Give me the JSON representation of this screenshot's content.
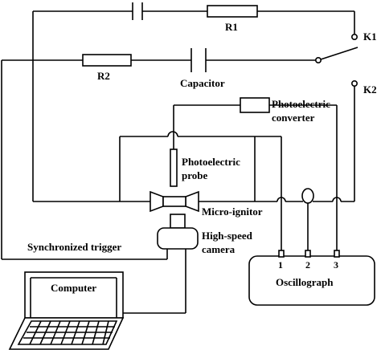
{
  "labels": {
    "r1": "R1",
    "r2": "R2",
    "capacitor": "Capacitor",
    "k1": "K1",
    "k2": "K2",
    "photoelectric_converter_line1": "Photoelectric",
    "photoelectric_converter_line2": "converter",
    "photoelectric_probe_line1": "Photoelectric",
    "photoelectric_probe_line2": "probe",
    "micro_ignitor": "Micro-ignitor",
    "synchronized_trigger": "Synchronized trigger",
    "high_speed_camera_line1": "High-speed",
    "high_speed_camera_line2": "camera",
    "computer": "Computer",
    "oscillograph": "Oscillograph",
    "channel_1": "1",
    "channel_2": "2",
    "channel_3": "3"
  },
  "icons": [
    "resistor-r1-icon",
    "resistor-r2-icon",
    "capacitor-icon",
    "switch-k1-icon",
    "switch-k2-icon",
    "photoelectric-converter-icon",
    "photoelectric-probe-icon",
    "micro-ignitor-icon",
    "high-speed-camera-icon",
    "laptop-computer-icon",
    "oscillograph-icon",
    "current-probe-loop-icon"
  ]
}
